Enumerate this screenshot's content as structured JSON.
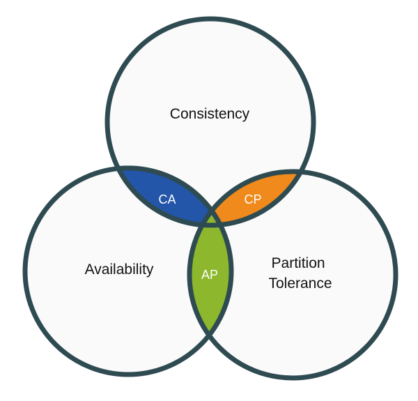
{
  "diagram": {
    "sets": [
      {
        "id": "consistency",
        "label_lines": [
          "Consistency"
        ]
      },
      {
        "id": "availability",
        "label_lines": [
          "Availability"
        ]
      },
      {
        "id": "partition-tolerance",
        "label_lines": [
          "Partition",
          "Tolerance"
        ]
      }
    ],
    "intersections": [
      {
        "id": "ca",
        "label": "CA",
        "sets": [
          "consistency",
          "availability"
        ],
        "color": "#2355a8"
      },
      {
        "id": "cp",
        "label": "CP",
        "sets": [
          "consistency",
          "partition-tolerance"
        ],
        "color": "#f08a1c"
      },
      {
        "id": "ap",
        "label": "AP",
        "sets": [
          "availability",
          "partition-tolerance"
        ],
        "color": "#8db82d"
      }
    ],
    "circle_fill": "#fafafa",
    "outline_color": "#2f4b52"
  }
}
